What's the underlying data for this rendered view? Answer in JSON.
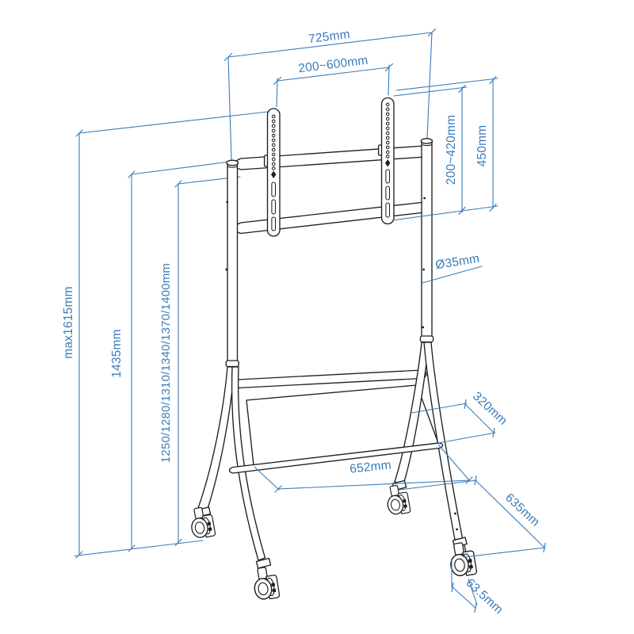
{
  "title": "Mobile TV floor stand technical dimension drawing",
  "colors": {
    "background": "#ffffff",
    "dimension_blue": "#3a7cba",
    "drawing_outline": "#1f1f1f"
  },
  "diagram": {
    "type": "technical-drawing",
    "subject": "mobile TV cart with VESA brackets, shelf and casters",
    "units": "mm",
    "labels": {
      "overall_width": "725mm",
      "vesa_width_range": "200~600mm",
      "vesa_height_range": "200~420mm",
      "bracket_height": "450mm",
      "max_height": "max1615mm",
      "column_height": "1435mm",
      "mount_heights": "1250/1280/1310/1340/1370/1400mm",
      "pole_diameter": "Ø35mm",
      "shelf_depth": "320mm",
      "shelf_width": "652mm",
      "base_depth": "635mm",
      "caster_diameter": "63.5mm"
    }
  }
}
